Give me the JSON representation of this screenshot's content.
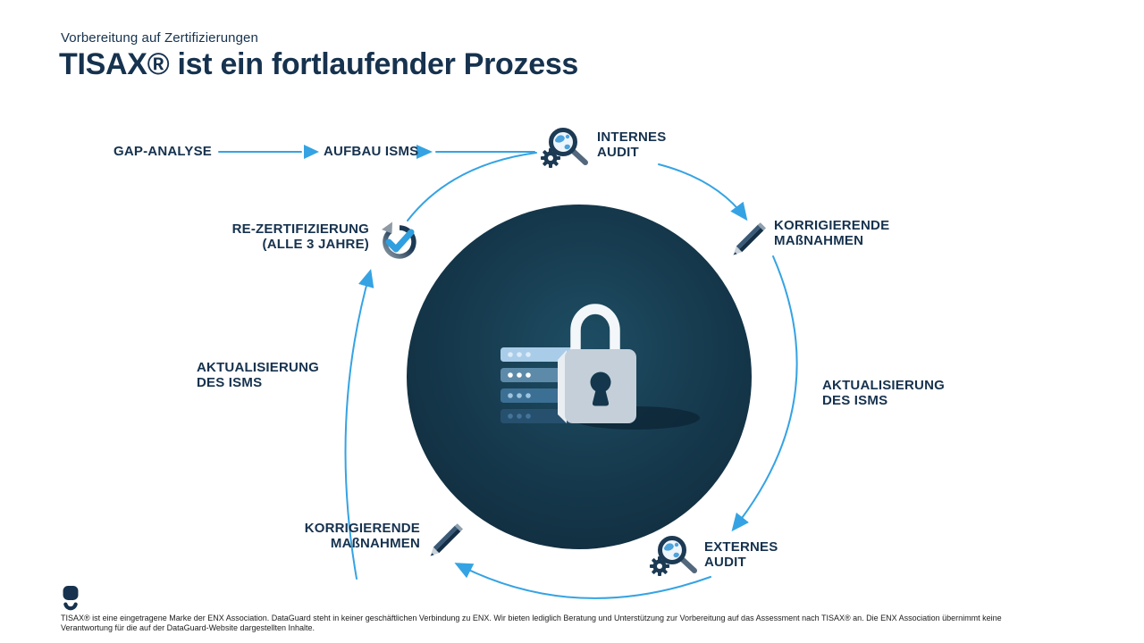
{
  "header": {
    "eyebrow": "Vorbereitung auf Zertifizierungen",
    "title": "TISAX® ist ein fortlaufender Prozess"
  },
  "cycle": {
    "gap": {
      "label": "GAP-ANALYSE"
    },
    "aufbau": {
      "label": "AUFBAU ISMS"
    },
    "internes": {
      "line1": "INTERNES",
      "line2": "AUDIT",
      "icon": "magnifier-gear-icon"
    },
    "korr_right": {
      "line1": "KORRIGIERENDE",
      "line2": "MAßNAHMEN",
      "icon": "pencil-icon"
    },
    "aktual_right": {
      "line1": "AKTUALISIERUNG",
      "line2": "DES ISMS"
    },
    "externes": {
      "line1": "EXTERNES",
      "line2": "AUDIT",
      "icon": "magnifier-gear-icon"
    },
    "korr_left": {
      "line1": "KORRIGIERENDE",
      "line2": "MAßNAHMEN",
      "icon": "pencil-icon"
    },
    "aktual_left": {
      "line1": "AKTUALISIERUNG",
      "line2": "DES ISMS"
    },
    "rezert": {
      "line1": "RE-ZERTIFIZIERUNG",
      "line2": "(ALLE 3 JAHRE)",
      "icon": "refresh-check-icon"
    }
  },
  "center": {
    "icon": "padlock-server-illustration"
  },
  "footnote": {
    "text": "TISAX® ist eine eingetragene Marke der ENX Association. DataGuard steht in keiner geschäftlichen Verbindung zu ENX. Wir bieten lediglich Beratung und Unterstützung zur Vorbereitung auf das Assessment nach TISAX® an. Die ENX Association übernimmt keine Verantwortung für die auf der DataGuard-Website dargestellten Inhalte."
  },
  "colors": {
    "accent_blue": "#35a3e3",
    "check_blue": "#2f9fe0",
    "navy": "#16324e",
    "circle_center": "#1e4e64",
    "circle_edge": "#102c3d"
  }
}
